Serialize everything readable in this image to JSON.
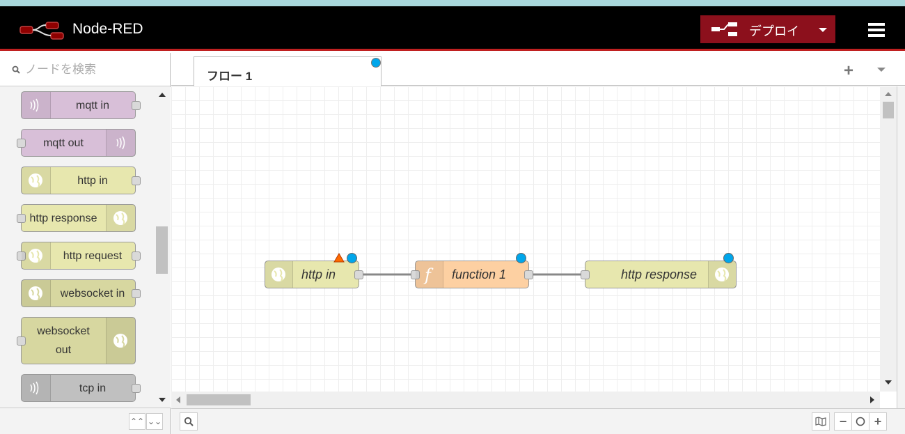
{
  "app": {
    "title": "Node-RED",
    "accent": "#8c101c"
  },
  "header": {
    "deploy_label": "デプロイ",
    "menu_icon": "hamburger-menu-icon"
  },
  "palette": {
    "search_placeholder": "ノードを検索",
    "nodes": [
      {
        "label": "mqtt in",
        "color": "#d8bfd8",
        "icon": "wifi-signal-icon"
      },
      {
        "label": "mqtt out",
        "color": "#d8bfd8",
        "icon": "wifi-signal-icon"
      },
      {
        "label": "http in",
        "color": "#e7e7ae",
        "icon": "globe-icon"
      },
      {
        "label": "http response",
        "color": "#e7e7ae",
        "icon": "globe-icon"
      },
      {
        "label": "http request",
        "color": "#e7e7ae",
        "icon": "globe-icon"
      },
      {
        "label": "websocket in",
        "color": "#d7d7a0",
        "icon": "globe-icon"
      },
      {
        "label_line1": "websocket",
        "label_line2": "out",
        "color": "#d7d7a0",
        "icon": "globe-icon"
      },
      {
        "label": "tcp in",
        "color": "#c0c0c0",
        "icon": "wifi-signal-icon"
      }
    ]
  },
  "workspace": {
    "tabs": [
      {
        "label": "フロー 1"
      }
    ],
    "flow_nodes": [
      {
        "label": "http in",
        "color": "#e7e7ae",
        "icon": "globe-icon"
      },
      {
        "label": "function 1",
        "color": "#fdd0a2",
        "icon": "function-icon"
      },
      {
        "label": "http response",
        "color": "#e7e7ae",
        "icon": "globe-icon"
      }
    ]
  }
}
